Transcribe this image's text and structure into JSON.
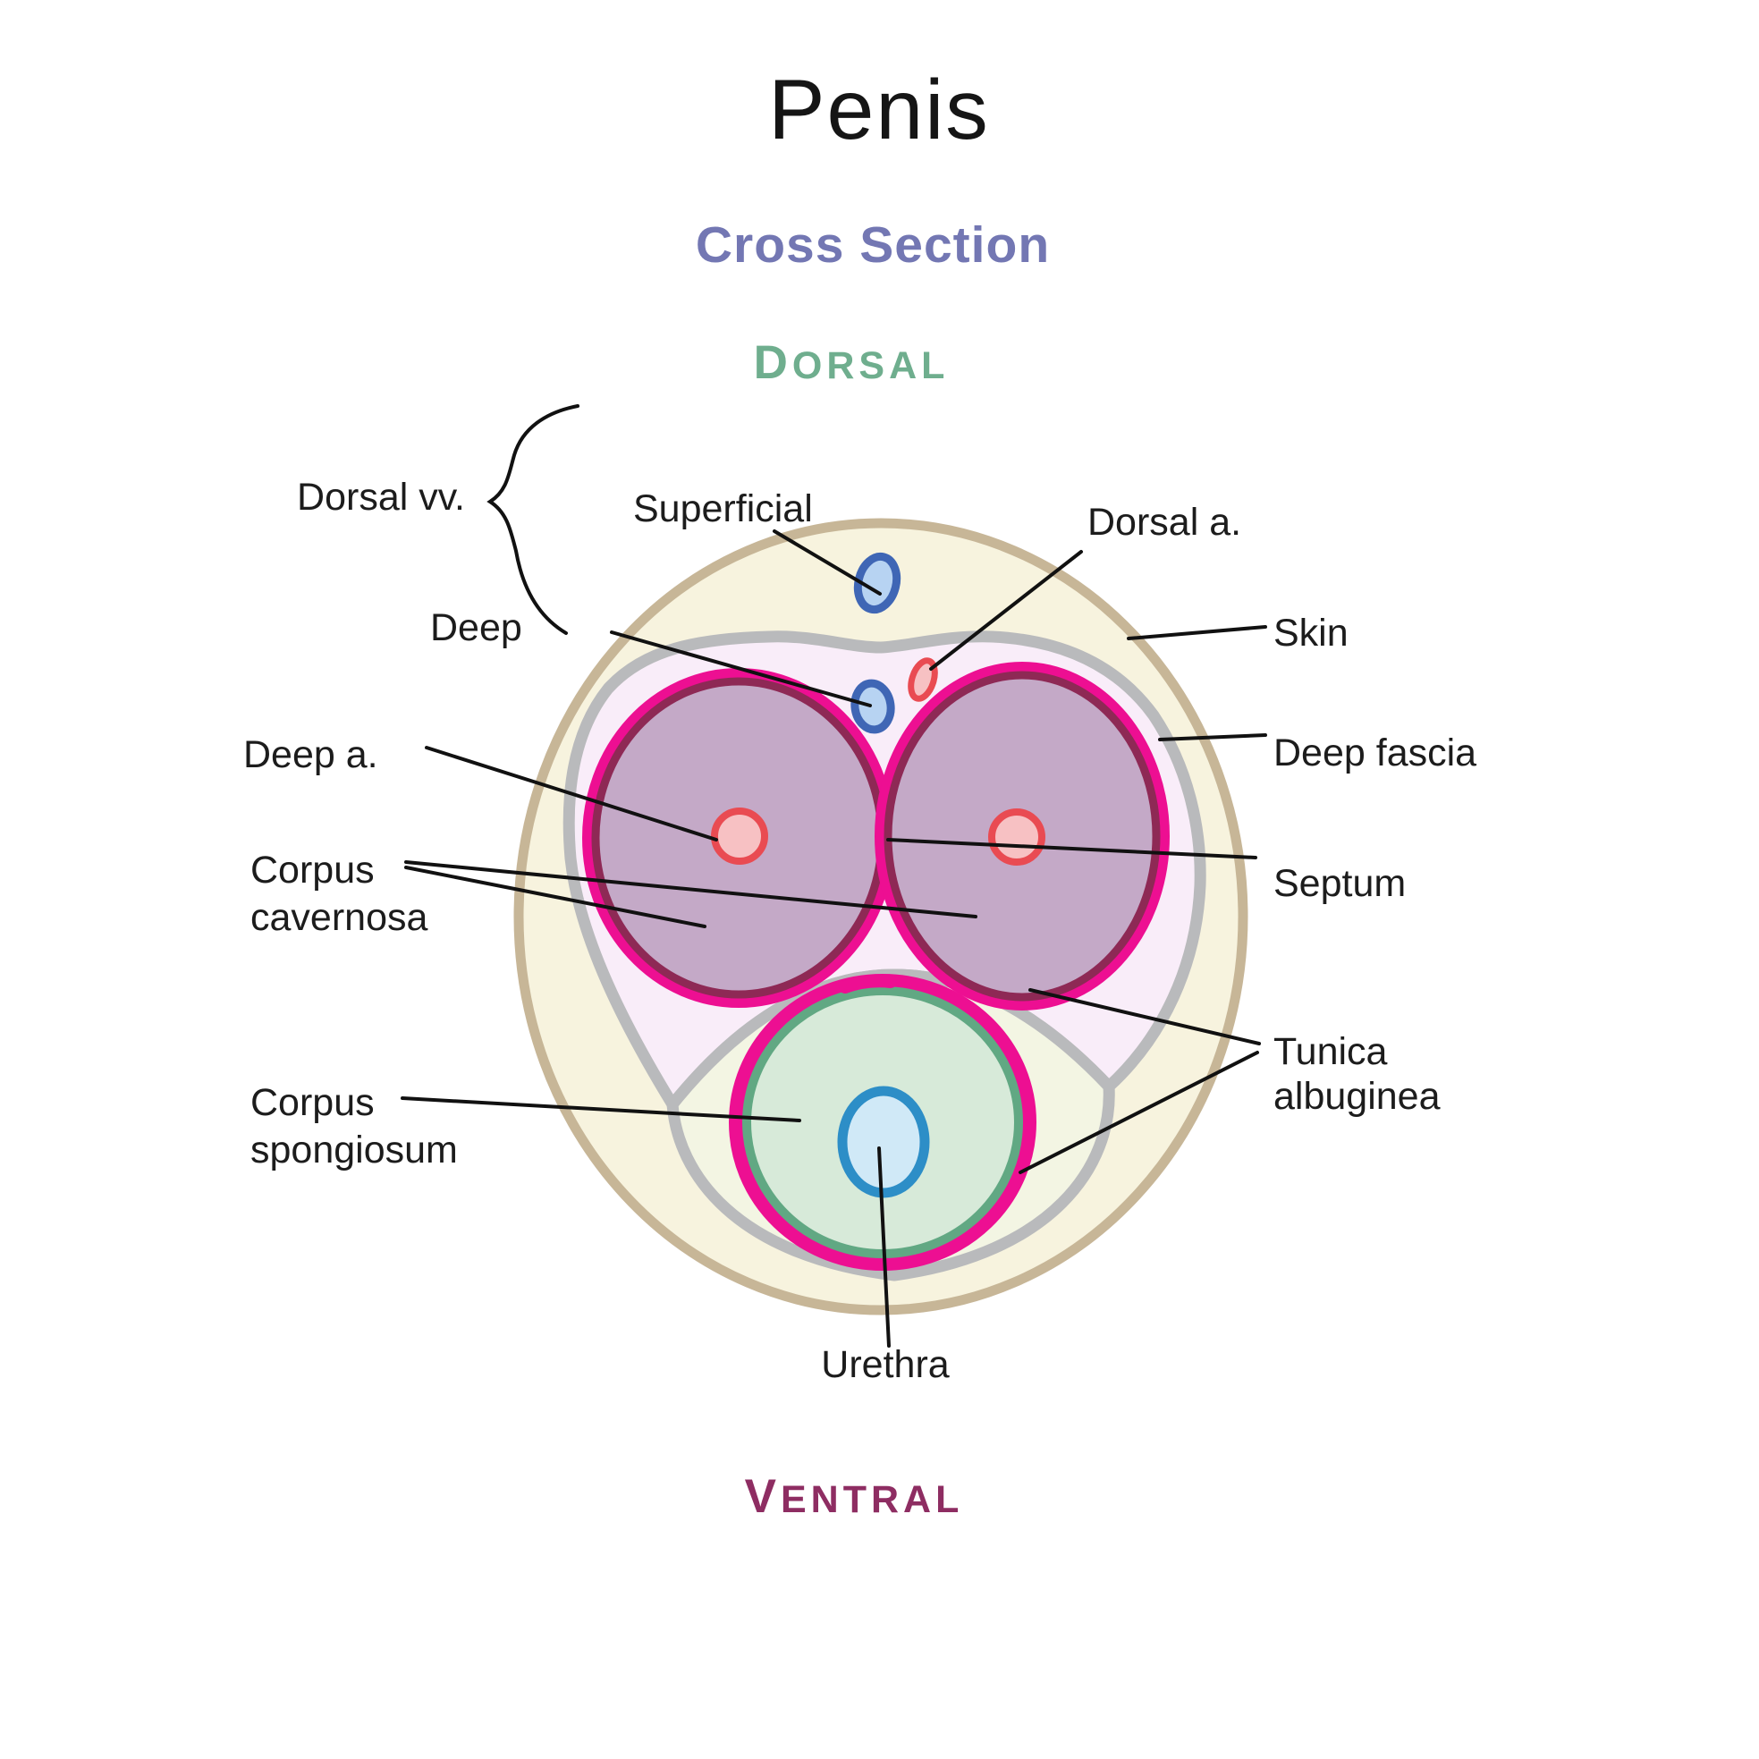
{
  "title": "Penis",
  "subtitle": "Cross Section",
  "orientation": {
    "top_initial": "D",
    "top_rest": "ORSAL",
    "bottom_initial": "V",
    "bottom_rest": "ENTRAL"
  },
  "labels": {
    "dorsal_vv": "Dorsal vv.",
    "superficial": "Superficial",
    "deep": "Deep",
    "dorsal_a": "Dorsal a.",
    "skin": "Skin",
    "deep_fascia": "Deep fascia",
    "deep_a": "Deep a.",
    "corpus_cavernosa_line1": "Corpus",
    "corpus_cavernosa_line2": "cavernosa",
    "septum": "Septum",
    "corpus_spongiosum_line1": "Corpus",
    "corpus_spongiosum_line2": "spongiosum",
    "tunica_albuginea_line1": "Tunica",
    "tunica_albuginea_line2": "albuginea",
    "urethra": "Urethra"
  },
  "colors": {
    "title": "#151515",
    "subtitle": "#7377b3",
    "dorsal": "#6fae8e",
    "ventral": "#8e2d62",
    "label": "#1c1c1c",
    "leader": "#111111",
    "skin_fill": "#f7f3de",
    "skin_stroke": "#c7b697",
    "fascia_fill": "#f9edf9",
    "fascia_stroke": "#b9babc",
    "cavernosa_fill": "#c4a9c7",
    "cavernosa_stroke": "#8e2955",
    "tunica_ring": "#ed0f92",
    "pocket_fill": "#f3f5e3",
    "spongiosum_fill": "#d7ead9",
    "spongiosum_stroke": "#61a883",
    "urethra_fill": "#d0e9f7",
    "urethra_stroke": "#2d8ec7",
    "artery_fill": "#f7c1c3",
    "artery_stroke": "#e94b52",
    "vein_fill": "#b7d3f2",
    "vein_stroke": "#3f66b5"
  }
}
